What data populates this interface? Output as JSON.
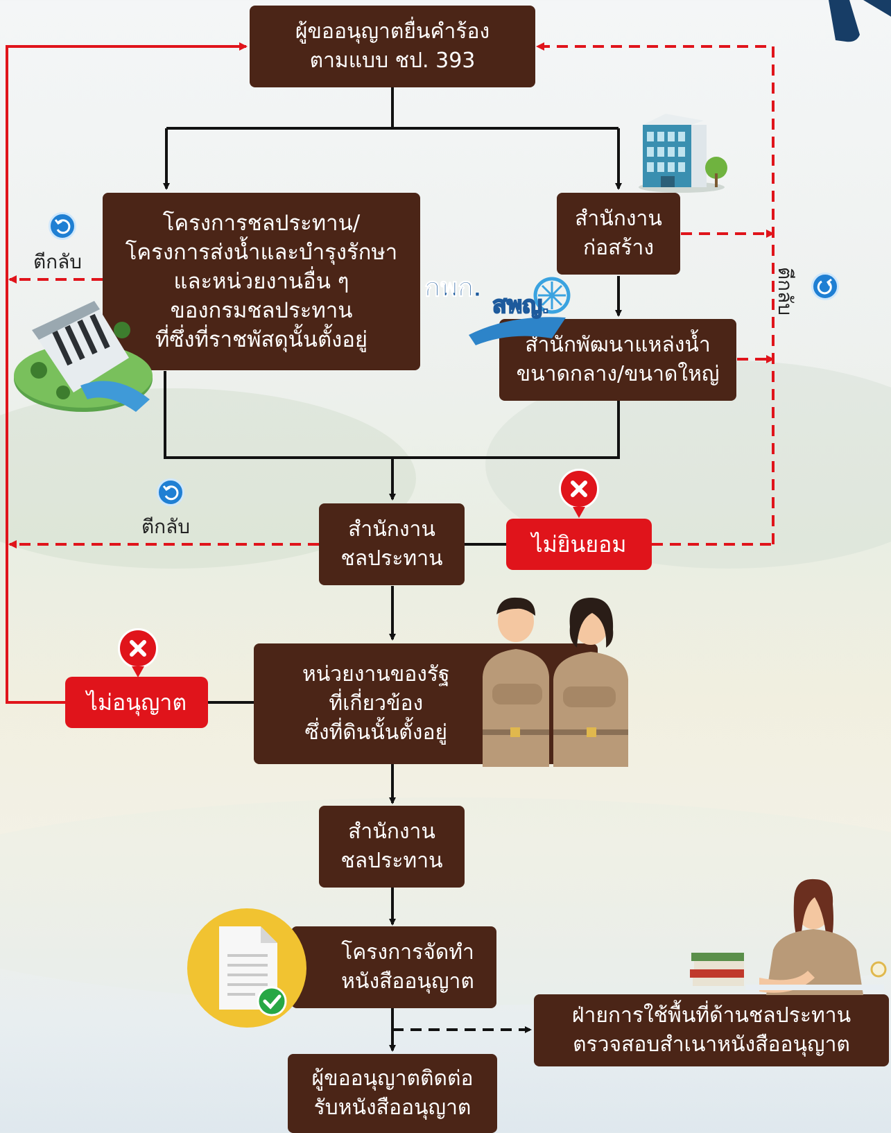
{
  "nodes": {
    "n1": "ผู้ขออนุญาตยื่นคำร้อง\nตามแบบ ชป. 393",
    "n2": "โครงการชลประทาน/\nโครงการส่งน้ำและบำรุงรักษา\nและหน่วยงานอื่น ๆ\nของกรมชลประทาน\nที่ซึ่งที่ราชพัสดุนั้นตั้งอยู่",
    "n3": "สำนักงาน\nก่อสร้าง",
    "n4": "สำนักพัฒนาแหล่งน้ำ\nขนาดกลาง/ขนาดใหญ่",
    "n5": "สำนักงาน\nชลประทาน",
    "n6": "หน่วยงานของรัฐ\nที่เกี่ยวข้อง\nซึ่งที่ดินนั้นตั้งอยู่",
    "n7": "สำนักงาน\nชลประทาน",
    "n8": "โครงการจัดทำ\nหนังสืออนุญาต",
    "n9": "ผู้ขออนุญาตติดต่อ\nรับหนังสืออนุญาต",
    "n10": "ฝ่ายการใช้พื้นที่ด้านชลประทาน\nตรวจสอบสำเนาหนังสืออนุญาต"
  },
  "rejections": {
    "not_consent": "ไม่ยินยอม",
    "not_permit": "ไม่อนุญาต"
  },
  "return_label": "ตีกลับ",
  "logos": {
    "kpn": "กพก.",
    "spy": "สพญ."
  },
  "colors": {
    "box": "#4b2517",
    "reject": "#e0141b",
    "return_line": "#e0141b",
    "icon_blue": "#1f7fd3"
  }
}
